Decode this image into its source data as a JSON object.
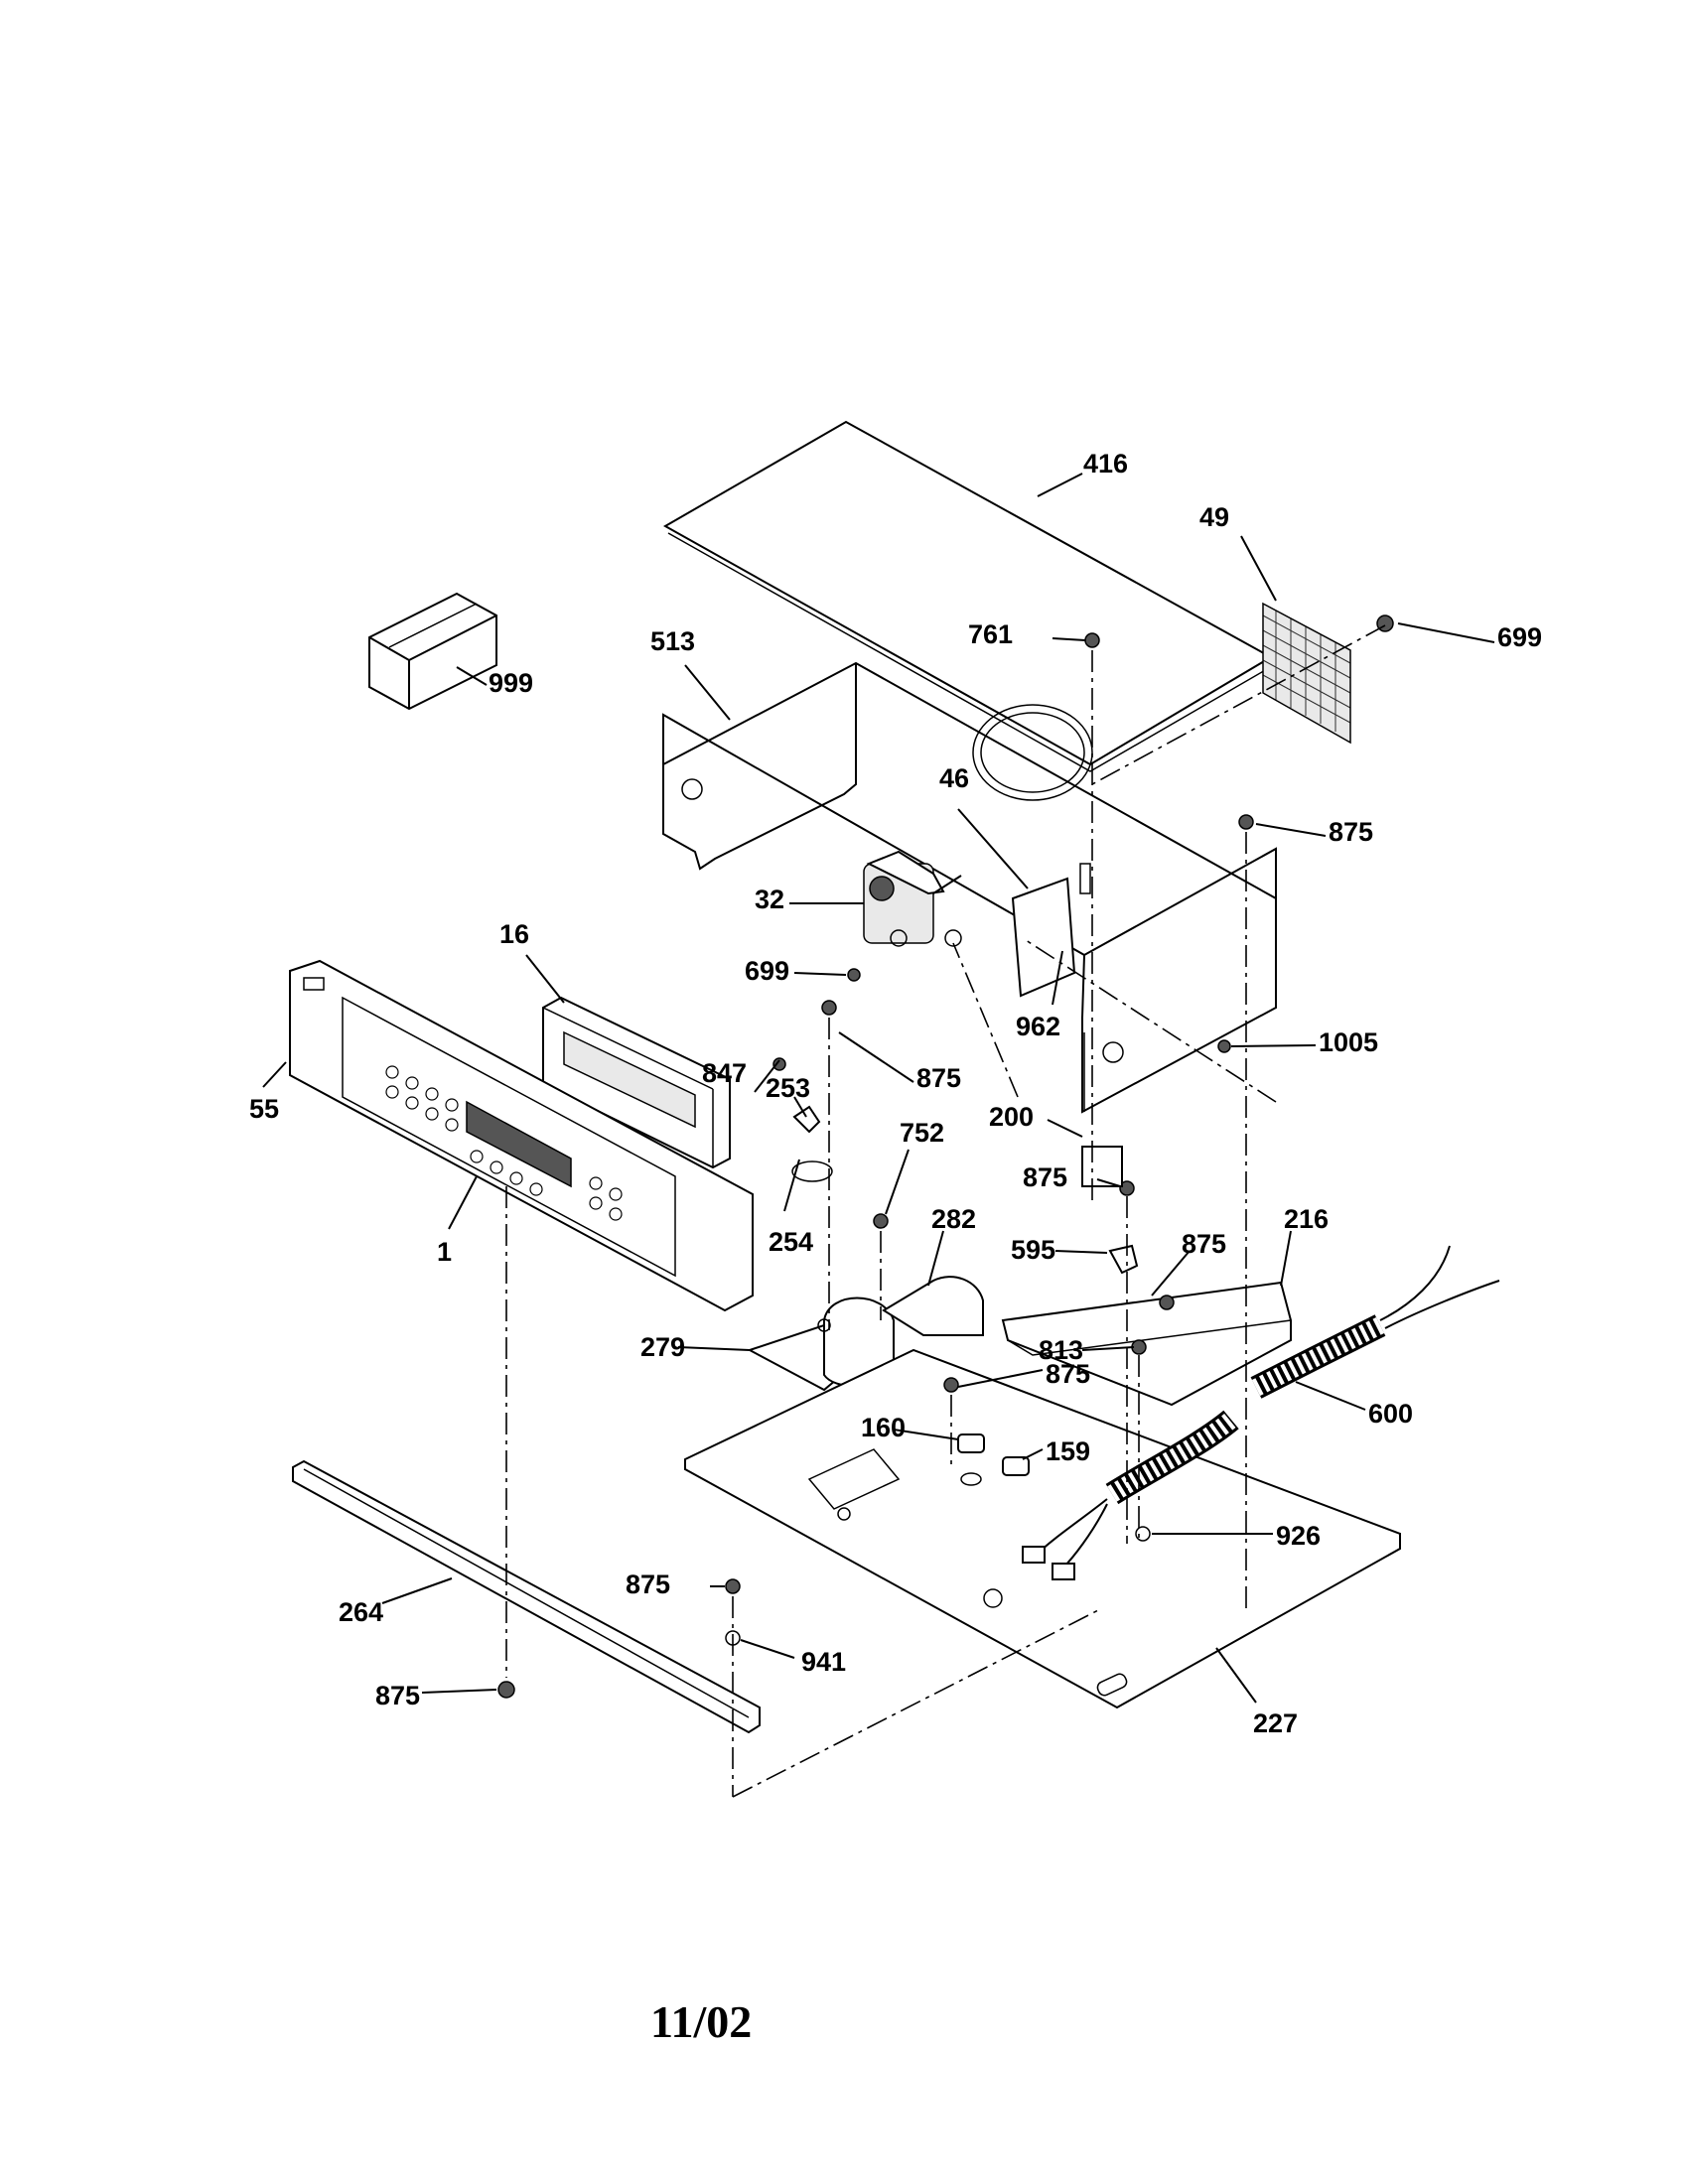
{
  "diagram": {
    "labels": {
      "p416": "416",
      "p49": "49",
      "p699a": "699",
      "p761": "761",
      "p513": "513",
      "p999": "999",
      "p46": "46",
      "p875a": "875",
      "p32": "32",
      "p16": "16",
      "p699b": "699",
      "p962": "962",
      "p1005": "1005",
      "p875b": "875",
      "p847": "847",
      "p253": "253",
      "p55": "55",
      "p200": "200",
      "p752": "752",
      "p875c": "875",
      "p254": "254",
      "p282": "282",
      "p216": "216",
      "p595": "595",
      "p875d": "875",
      "p1": "1",
      "p279": "279",
      "p813": "813",
      "p875e": "875",
      "p600": "600",
      "p160": "160",
      "p159": "159",
      "p926": "926",
      "p264": "264",
      "p875f": "875",
      "p941": "941",
      "p875g": "875",
      "p227": "227"
    }
  },
  "footer": {
    "date": "11/02"
  }
}
